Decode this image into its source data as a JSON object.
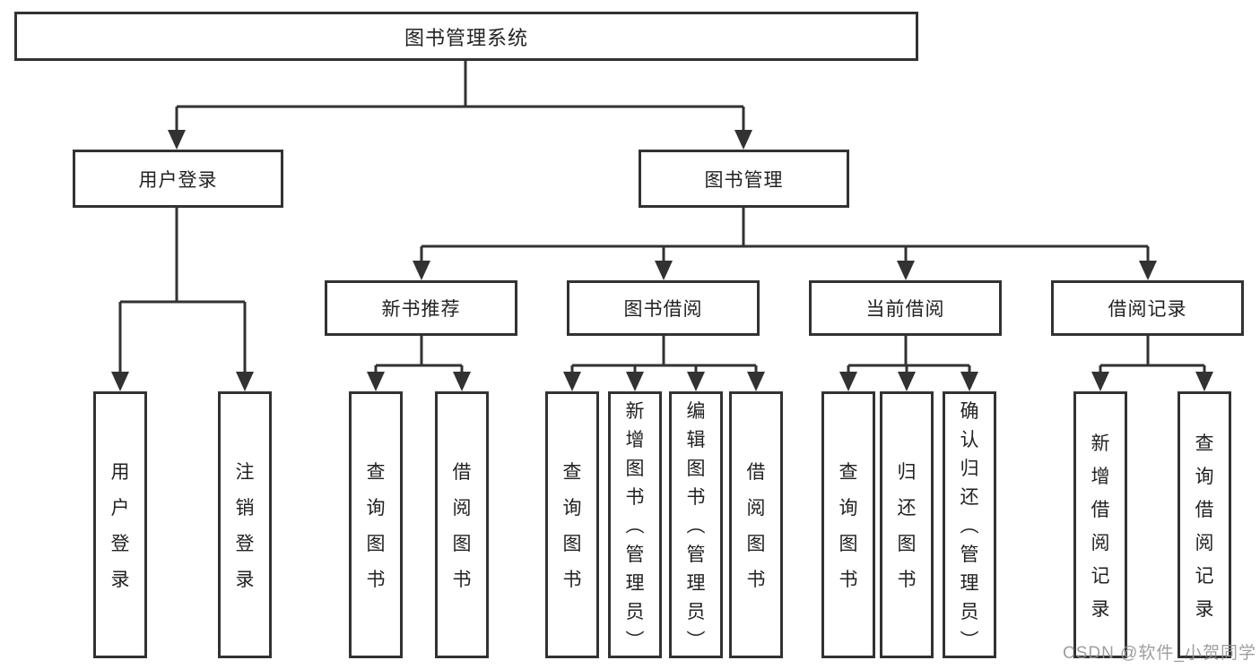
{
  "title": {
    "label": "图书管理系统"
  },
  "branches": {
    "user_login": {
      "label": "用户登录",
      "children": [
        "用户登录",
        "注销登录"
      ]
    },
    "book_mgmt": {
      "label": "图书管理"
    }
  },
  "sections": {
    "new_books": {
      "label": "新书推荐",
      "children": [
        "查询图书",
        "借阅图书"
      ]
    },
    "borrowing": {
      "label": "图书借阅",
      "children": [
        "查询图书",
        "新增图书（管理员）",
        "编辑图书（管理员）",
        "借阅图书"
      ]
    },
    "current": {
      "label": "当前借阅",
      "children": [
        "查询图书",
        "归还图书",
        "确认归还（管理员）"
      ]
    },
    "records": {
      "label": "借阅记录",
      "children": [
        "新增借阅记录",
        "查询借阅记录"
      ]
    }
  },
  "watermark": "CSDN @软件_小贺同学",
  "colors": {
    "line": "#323232",
    "text": "#222222",
    "background": "#ffffff",
    "watermark": "#949494"
  }
}
